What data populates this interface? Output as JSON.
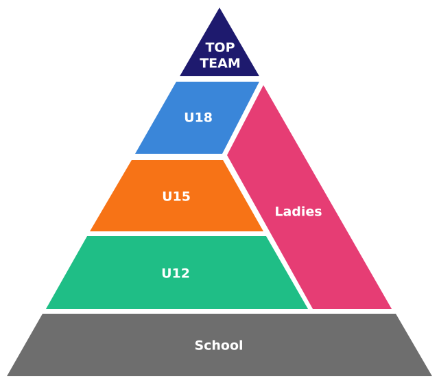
{
  "pyramid": {
    "top_team": {
      "label_line1": "TOP",
      "label_line2": "TEAM",
      "color": "#1e1a6e"
    },
    "u18": {
      "label": "U18",
      "color": "#3a86d9"
    },
    "u15": {
      "label": "U15",
      "color": "#f77316"
    },
    "u12": {
      "label": "U12",
      "color": "#1fbe86"
    },
    "ladies": {
      "label": "Ladies",
      "color": "#e63d74"
    },
    "school": {
      "label": "School",
      "color": "#6e6e6e"
    }
  }
}
